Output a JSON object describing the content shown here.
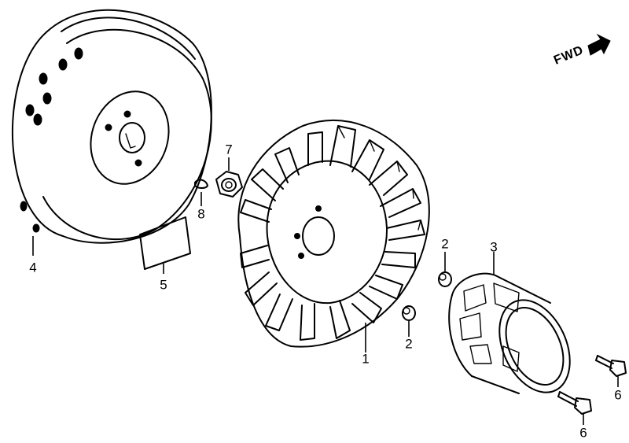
{
  "fwd": {
    "label": "FWD"
  },
  "callouts": [
    {
      "id": "flywheel",
      "label": "4"
    },
    {
      "id": "label-sticker",
      "label": "5"
    },
    {
      "id": "nut",
      "label": "7"
    },
    {
      "id": "key",
      "label": "8"
    },
    {
      "id": "cooling-fan",
      "label": "1"
    },
    {
      "id": "collar-top",
      "label": "2"
    },
    {
      "id": "collar-bottom",
      "label": "2"
    },
    {
      "id": "starter-pulley",
      "label": "3"
    },
    {
      "id": "bolt-right",
      "label": "6"
    },
    {
      "id": "bolt-bottom",
      "label": "6"
    }
  ]
}
